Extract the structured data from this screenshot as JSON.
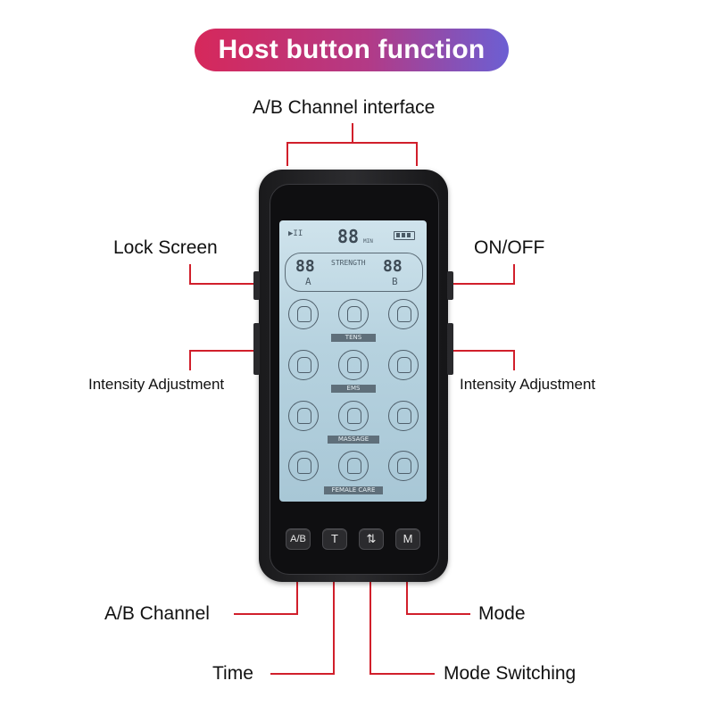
{
  "title": "Host button function",
  "labels": {
    "channel_interface": "A/B Channel interface",
    "lock_screen": "Lock Screen",
    "on_off": "ON/OFF",
    "intensity_left": "Intensity Adjustment",
    "intensity_right": "Intensity Adjustment",
    "ab_channel": "A/B Channel",
    "mode": "Mode",
    "time": "Time",
    "mode_switching": "Mode Switching"
  },
  "screen": {
    "play_pause": "▶II",
    "timer": "88",
    "timer_unit": "MIN",
    "strength": "STRENGTH",
    "left_value": "88",
    "left_channel": "A",
    "right_value": "88",
    "right_channel": "B",
    "categories": [
      "TENS",
      "EMS",
      "MASSAGE",
      "FEMALE CARE"
    ]
  },
  "buttons": {
    "ab": "A/B",
    "time": "T",
    "switch": "⇅",
    "mode": "M"
  },
  "colors": {
    "accent_line": "#d11f2b",
    "pill_start": "#d6285b",
    "pill_end": "#6c5fd3"
  }
}
